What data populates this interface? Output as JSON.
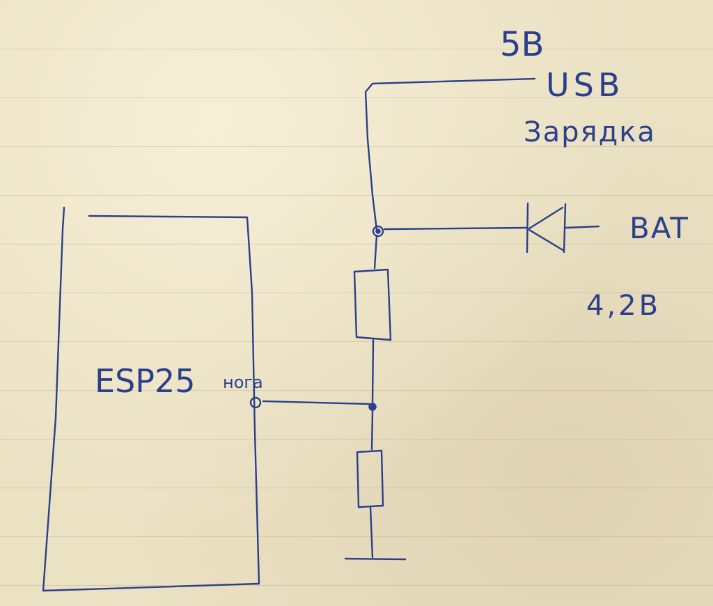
{
  "labels": {
    "supply_voltage": "5B",
    "usb": "USB",
    "charger": "Зарядка",
    "battery": "BAT",
    "battery_voltage": "4,2B",
    "module": "ESP25",
    "pin": "нога"
  },
  "colors": {
    "ink": "#2b3f8c",
    "paper": "#ebe1c3"
  }
}
